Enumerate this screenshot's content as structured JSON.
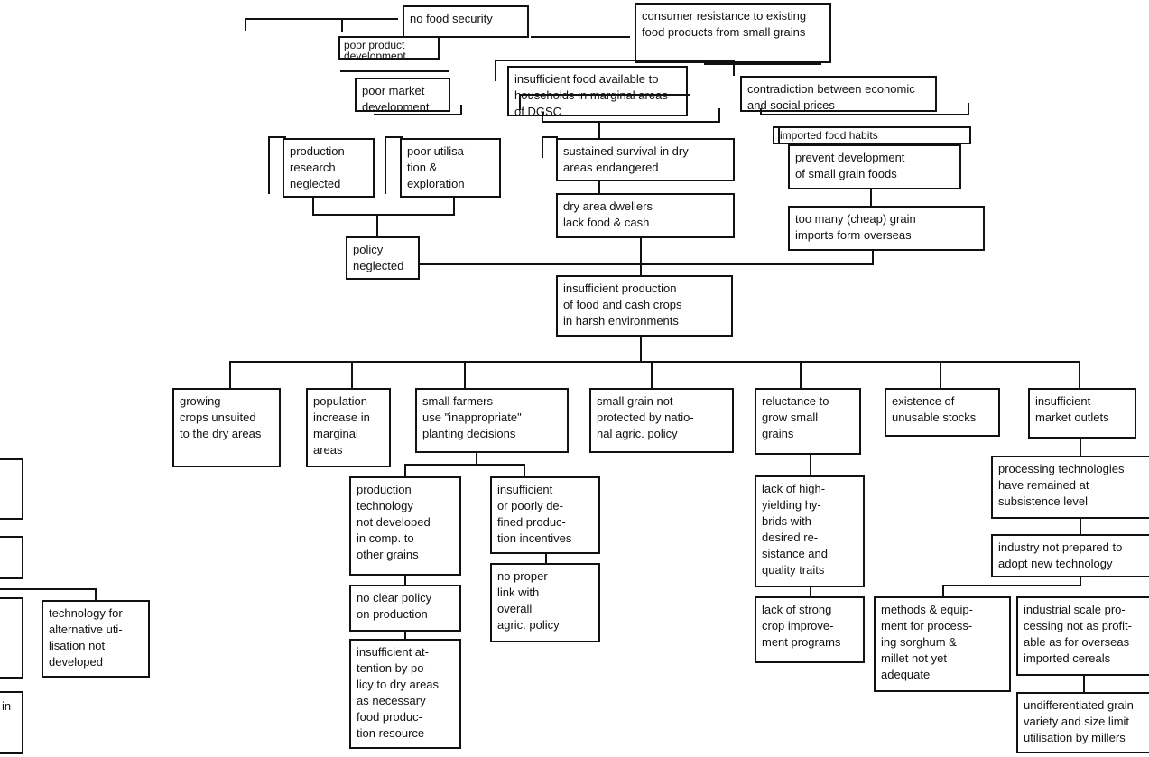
{
  "nodes": {
    "no_food_security": "no food security",
    "poor_product_dev": "poor product development",
    "consumer_resistance": "consumer resistance to existing food products from small grains",
    "poor_market": "poor market development",
    "insufficient_food": "insufficient food available to households in marginal areas of DGSC",
    "contradiction": "contradiction between economic and social prices",
    "imported_habits": "imported food habits",
    "production_research": "production\nresearch\nneglected",
    "poor_utilisation": "poor utilisa-\ntion &\nexploration",
    "sustained_survival": "sustained survival in dry\nareas endangered",
    "prevent_small_grain": "prevent development\nof small grain foods",
    "dry_area_dwellers": "dry area dwellers\nlack food & cash",
    "cheap_imports": "too many (cheap) grain\nimports form overseas",
    "policy_neglected": "policy\nneglected",
    "core_problem": "insufficient production\nof food and cash crops\nin harsh environments",
    "growing_crops": "growing\ncrops unsuited\nto the dry areas",
    "population": "population\nincrease in\nmarginal\nareas",
    "small_farmers": "small farmers\nuse \"inappropriate\"\nplanting decisions",
    "small_grain_policy": "small grain not\nprotected by natio-\nnal agric. policy",
    "reluctance": "reluctance to\ngrow small\ngrains",
    "unusable_stocks": "existence of\nunusable stocks",
    "market_outlets": "insufficient\nmarket outlets",
    "production_tech": "production\ntechnology\nnot developed\nin comp. to\nother grains",
    "incentives": "insufficient\nor poorly de-\nfined produc-\ntion incentives",
    "no_clear_policy": "no clear policy\non production",
    "no_proper_link": "no proper\nlink with\noverall\nagric. policy",
    "insufficient_attention": "insufficient at-\ntention by po-\nlicy to dry areas\nas necessary\nfood produc-\ntion resource",
    "high_yielding": "lack of high-\nyielding hy-\nbrids with\ndesired re-\nsistance and\nquality traits",
    "crop_programs": "lack of strong\ncrop improve-\nment programs",
    "processing_tech": "processing technologies\nhave remained at\nsubsistence level",
    "industry_not_prepared": "industry not prepared to\nadopt new technology",
    "methods_equipment": "methods & equip-\nment for process-\ning sorghum &\nmillet not yet\nadequate",
    "industrial_scale": "industrial scale pro-\ncessing not as profit-\nable as for overseas\nimported cereals",
    "undifferentiated": "undifferentiated grain\nvariety and size limit\nutilisation by millers",
    "alt_utilisation": "technology for\nalternative uti-\nlisation not\ndeveloped",
    "left_partial": "in"
  }
}
